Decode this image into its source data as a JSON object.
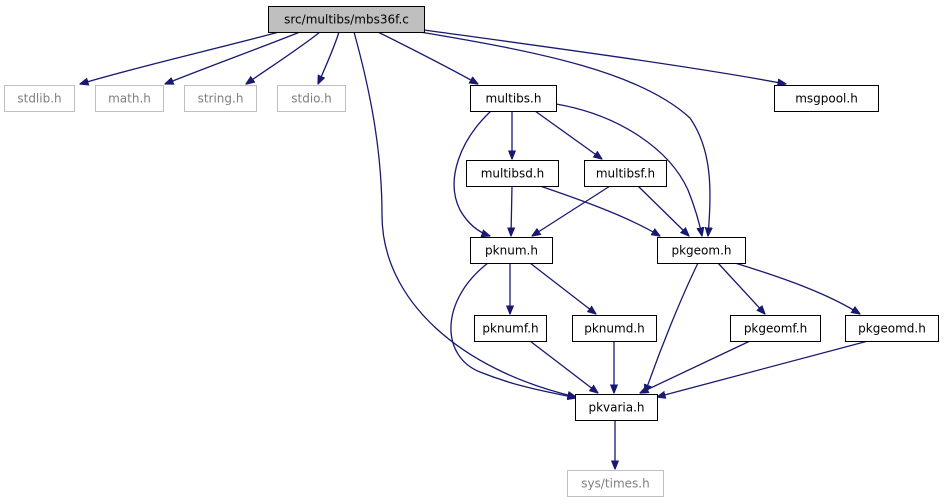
{
  "colors": {
    "edge": "#191970",
    "node_border": "#000000",
    "node_fill": "#ffffff",
    "root_fill": "#bfbfbf",
    "external_border": "#bfbfbf",
    "external_text": "#7f7f7f",
    "text": "#000000"
  },
  "nodes": [
    {
      "id": "root",
      "label": "src/multibs/mbs36f.c",
      "kind": "root"
    },
    {
      "id": "stdlib",
      "label": "stdlib.h",
      "kind": "external"
    },
    {
      "id": "math",
      "label": "math.h",
      "kind": "external"
    },
    {
      "id": "string",
      "label": "string.h",
      "kind": "external"
    },
    {
      "id": "stdio",
      "label": "stdio.h",
      "kind": "external"
    },
    {
      "id": "multibs",
      "label": "multibs.h",
      "kind": "normal"
    },
    {
      "id": "msgpool",
      "label": "msgpool.h",
      "kind": "normal"
    },
    {
      "id": "multibsd",
      "label": "multibsd.h",
      "kind": "normal"
    },
    {
      "id": "multibsf",
      "label": "multibsf.h",
      "kind": "normal"
    },
    {
      "id": "pknum",
      "label": "pknum.h",
      "kind": "normal"
    },
    {
      "id": "pkgeom",
      "label": "pkgeom.h",
      "kind": "normal"
    },
    {
      "id": "pknumf",
      "label": "pknumf.h",
      "kind": "normal"
    },
    {
      "id": "pknumd",
      "label": "pknumd.h",
      "kind": "normal"
    },
    {
      "id": "pkgeomf",
      "label": "pkgeomf.h",
      "kind": "normal"
    },
    {
      "id": "pkgeomd",
      "label": "pkgeomd.h",
      "kind": "normal"
    },
    {
      "id": "pkvaria",
      "label": "pkvaria.h",
      "kind": "normal"
    },
    {
      "id": "systimes",
      "label": "sys/times.h",
      "kind": "external"
    }
  ],
  "edges": [
    {
      "from": "root",
      "to": "stdlib"
    },
    {
      "from": "root",
      "to": "math"
    },
    {
      "from": "root",
      "to": "string"
    },
    {
      "from": "root",
      "to": "stdio"
    },
    {
      "from": "root",
      "to": "multibs"
    },
    {
      "from": "root",
      "to": "msgpool"
    },
    {
      "from": "root",
      "to": "pkgeom"
    },
    {
      "from": "root",
      "to": "pkvaria"
    },
    {
      "from": "multibs",
      "to": "multibsd"
    },
    {
      "from": "multibs",
      "to": "multibsf"
    },
    {
      "from": "multibs",
      "to": "pknum"
    },
    {
      "from": "multibs",
      "to": "pkgeom"
    },
    {
      "from": "multibsd",
      "to": "pknum"
    },
    {
      "from": "multibsd",
      "to": "pkgeom"
    },
    {
      "from": "multibsf",
      "to": "pknum"
    },
    {
      "from": "multibsf",
      "to": "pkgeom"
    },
    {
      "from": "pknum",
      "to": "pknumf"
    },
    {
      "from": "pknum",
      "to": "pknumd"
    },
    {
      "from": "pknum",
      "to": "pkvaria"
    },
    {
      "from": "pkgeom",
      "to": "pkgeomf"
    },
    {
      "from": "pkgeom",
      "to": "pkgeomd"
    },
    {
      "from": "pkgeom",
      "to": "pkvaria"
    },
    {
      "from": "pknumf",
      "to": "pkvaria"
    },
    {
      "from": "pknumd",
      "to": "pkvaria"
    },
    {
      "from": "pkgeomf",
      "to": "pkvaria"
    },
    {
      "from": "pkgeomd",
      "to": "pkvaria"
    },
    {
      "from": "pkvaria",
      "to": "systimes"
    }
  ]
}
